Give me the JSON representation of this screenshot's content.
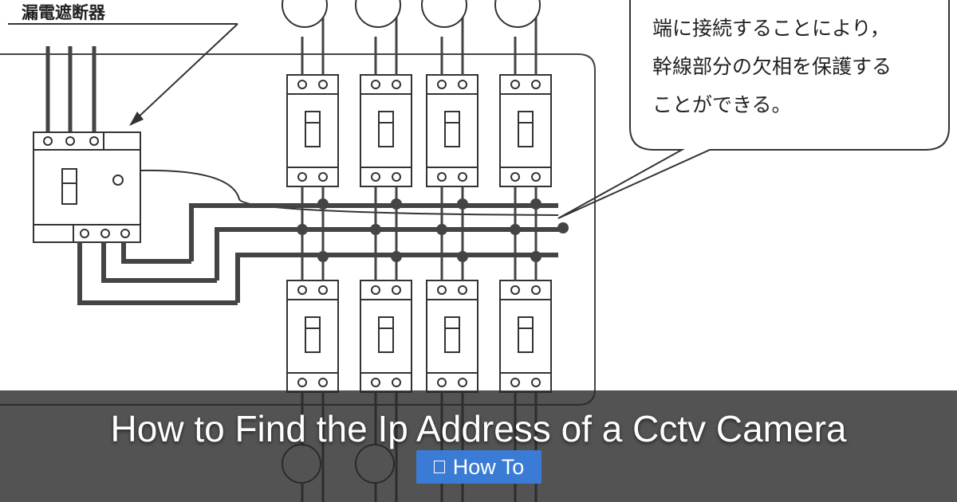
{
  "diagram": {
    "label_breaker": "漏電遮断器",
    "callout_lines": [
      "端に接続することにより，",
      "幹線部分の欠相を保護する",
      "ことができる。"
    ]
  },
  "article": {
    "title": "How to Find the Ip Address of a Cctv Camera",
    "category": "How To",
    "category_icon": "folder-icon"
  },
  "colors": {
    "overlay": "#282828",
    "badge": "#3a7bd5"
  }
}
